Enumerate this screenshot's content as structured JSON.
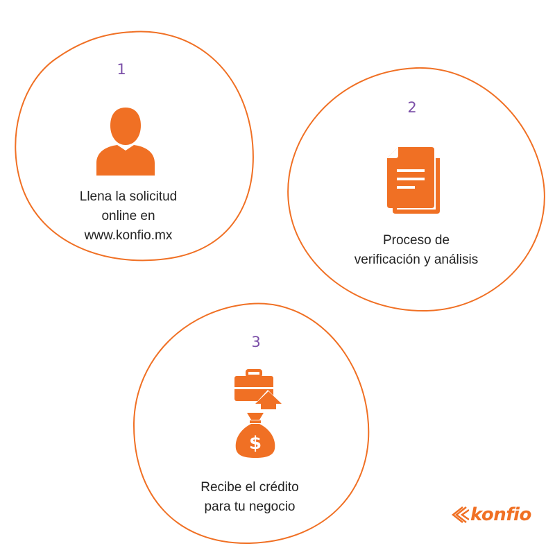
{
  "colors": {
    "accent": "#f07024",
    "number": "#7b4fa8",
    "text": "#222222"
  },
  "steps": [
    {
      "number": "1",
      "icon": "user-icon",
      "lines": [
        "Llena la solicitud",
        "online en",
        "www.konfio.mx"
      ]
    },
    {
      "number": "2",
      "icon": "document-icon",
      "lines": [
        "Proceso de",
        "verificación y análisis"
      ]
    },
    {
      "number": "3",
      "icon": "briefcase-money-icon",
      "lines": [
        "Recibe el crédito",
        "para tu negocio"
      ]
    }
  ],
  "logo": {
    "text": "konfio"
  }
}
